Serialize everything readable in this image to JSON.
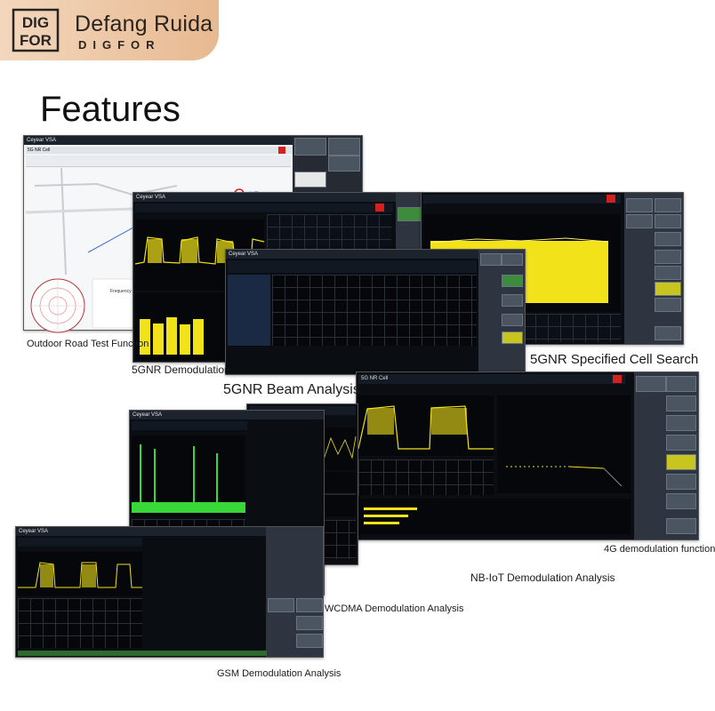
{
  "brand": {
    "logo_text": "DIG FOR",
    "name": "Defang Ruida",
    "sub": "DIGFOR",
    "colors": {
      "band_start": "#f3d7bd",
      "band_end": "#e7b990",
      "text": "#2a2420"
    }
  },
  "page": {
    "heading": "Features"
  },
  "screenshots": [
    {
      "id": "road",
      "caption": "Outdoor Road Test Function",
      "title": "Ceyear VSA",
      "subtitle": "5G NR Cell"
    },
    {
      "id": "nr-demod",
      "caption": "5GNR Demodulation",
      "title": "Ceyear VSA"
    },
    {
      "id": "cell-search",
      "caption": "5GNR Specified Cell Search"
    },
    {
      "id": "beam",
      "caption": "5GNR Beam Analysis",
      "title": "Ceyear VSA"
    },
    {
      "id": "lte",
      "caption": "4G demodulation function",
      "subtitle": "5G NR Cell"
    },
    {
      "id": "nbiot",
      "caption": "NB-IoT Demodulation Analysis"
    },
    {
      "id": "wcdma",
      "caption": "WCDMA Demodulation Analysis"
    },
    {
      "id": "gsm",
      "caption": "GSM Demodulation Analysis",
      "title": "Ceyear VSA"
    },
    {
      "id": "gsm-left",
      "title": "Ceyear VSA"
    }
  ],
  "colors": {
    "screen_bg": "#0a0d12",
    "trace_yellow": "#f2e21a",
    "trace_green": "#38d838",
    "panel_button": "#4b5461",
    "panel_active": "#3d8b3d"
  }
}
